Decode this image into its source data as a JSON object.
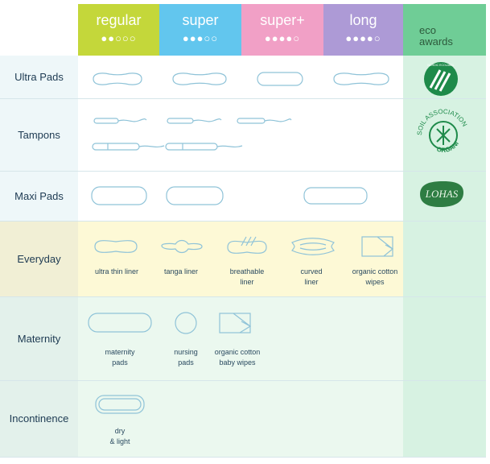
{
  "columns": [
    {
      "name": "regular",
      "drops": "●●○○○"
    },
    {
      "name": "super",
      "drops": "●●●○○"
    },
    {
      "name": "super+",
      "drops": "●●●●○"
    },
    {
      "name": "long",
      "drops": "●●●●○"
    }
  ],
  "eco": {
    "line1": "eco",
    "line2": "awards"
  },
  "rows": {
    "ultra_pads": "Ultra Pads",
    "tampons": "Tampons",
    "maxi_pads": "Maxi Pads",
    "everyday": "Everyday",
    "maternity": "Maternity",
    "incontinence": "Incontinence"
  },
  "everyday": {
    "ultra_thin": "ultra thin liner",
    "tanga": "tanga liner",
    "breathable1": "breathable",
    "breathable2": "liner",
    "curved1": "curved",
    "curved2": "liner",
    "wipes1": "organic cotton",
    "wipes2": "wipes"
  },
  "maternity": {
    "pads1": "maternity",
    "pads2": "pads",
    "nursing1": "nursing",
    "nursing2": "pads",
    "baby1": "organic cotton",
    "baby2": "baby wipes"
  },
  "incontinence": {
    "dry1": "dry",
    "dry2": "& light"
  },
  "awards": {
    "nordic": "NORDIC ECOLABEL",
    "soil1": "SOIL ASSOCIATION",
    "soil2": "ORGANIC",
    "lohas": "LOHAS"
  },
  "colors": {
    "regular": "#c4d73a",
    "super": "#62c6ee",
    "superplus": "#f1a0c6",
    "long": "#ad9ad6",
    "eco_header": "#6fcd96",
    "eco_bg": "#d7f2e2",
    "everyday_bg": "#fdf9d6",
    "maternity_bg": "#ebf8ef"
  }
}
